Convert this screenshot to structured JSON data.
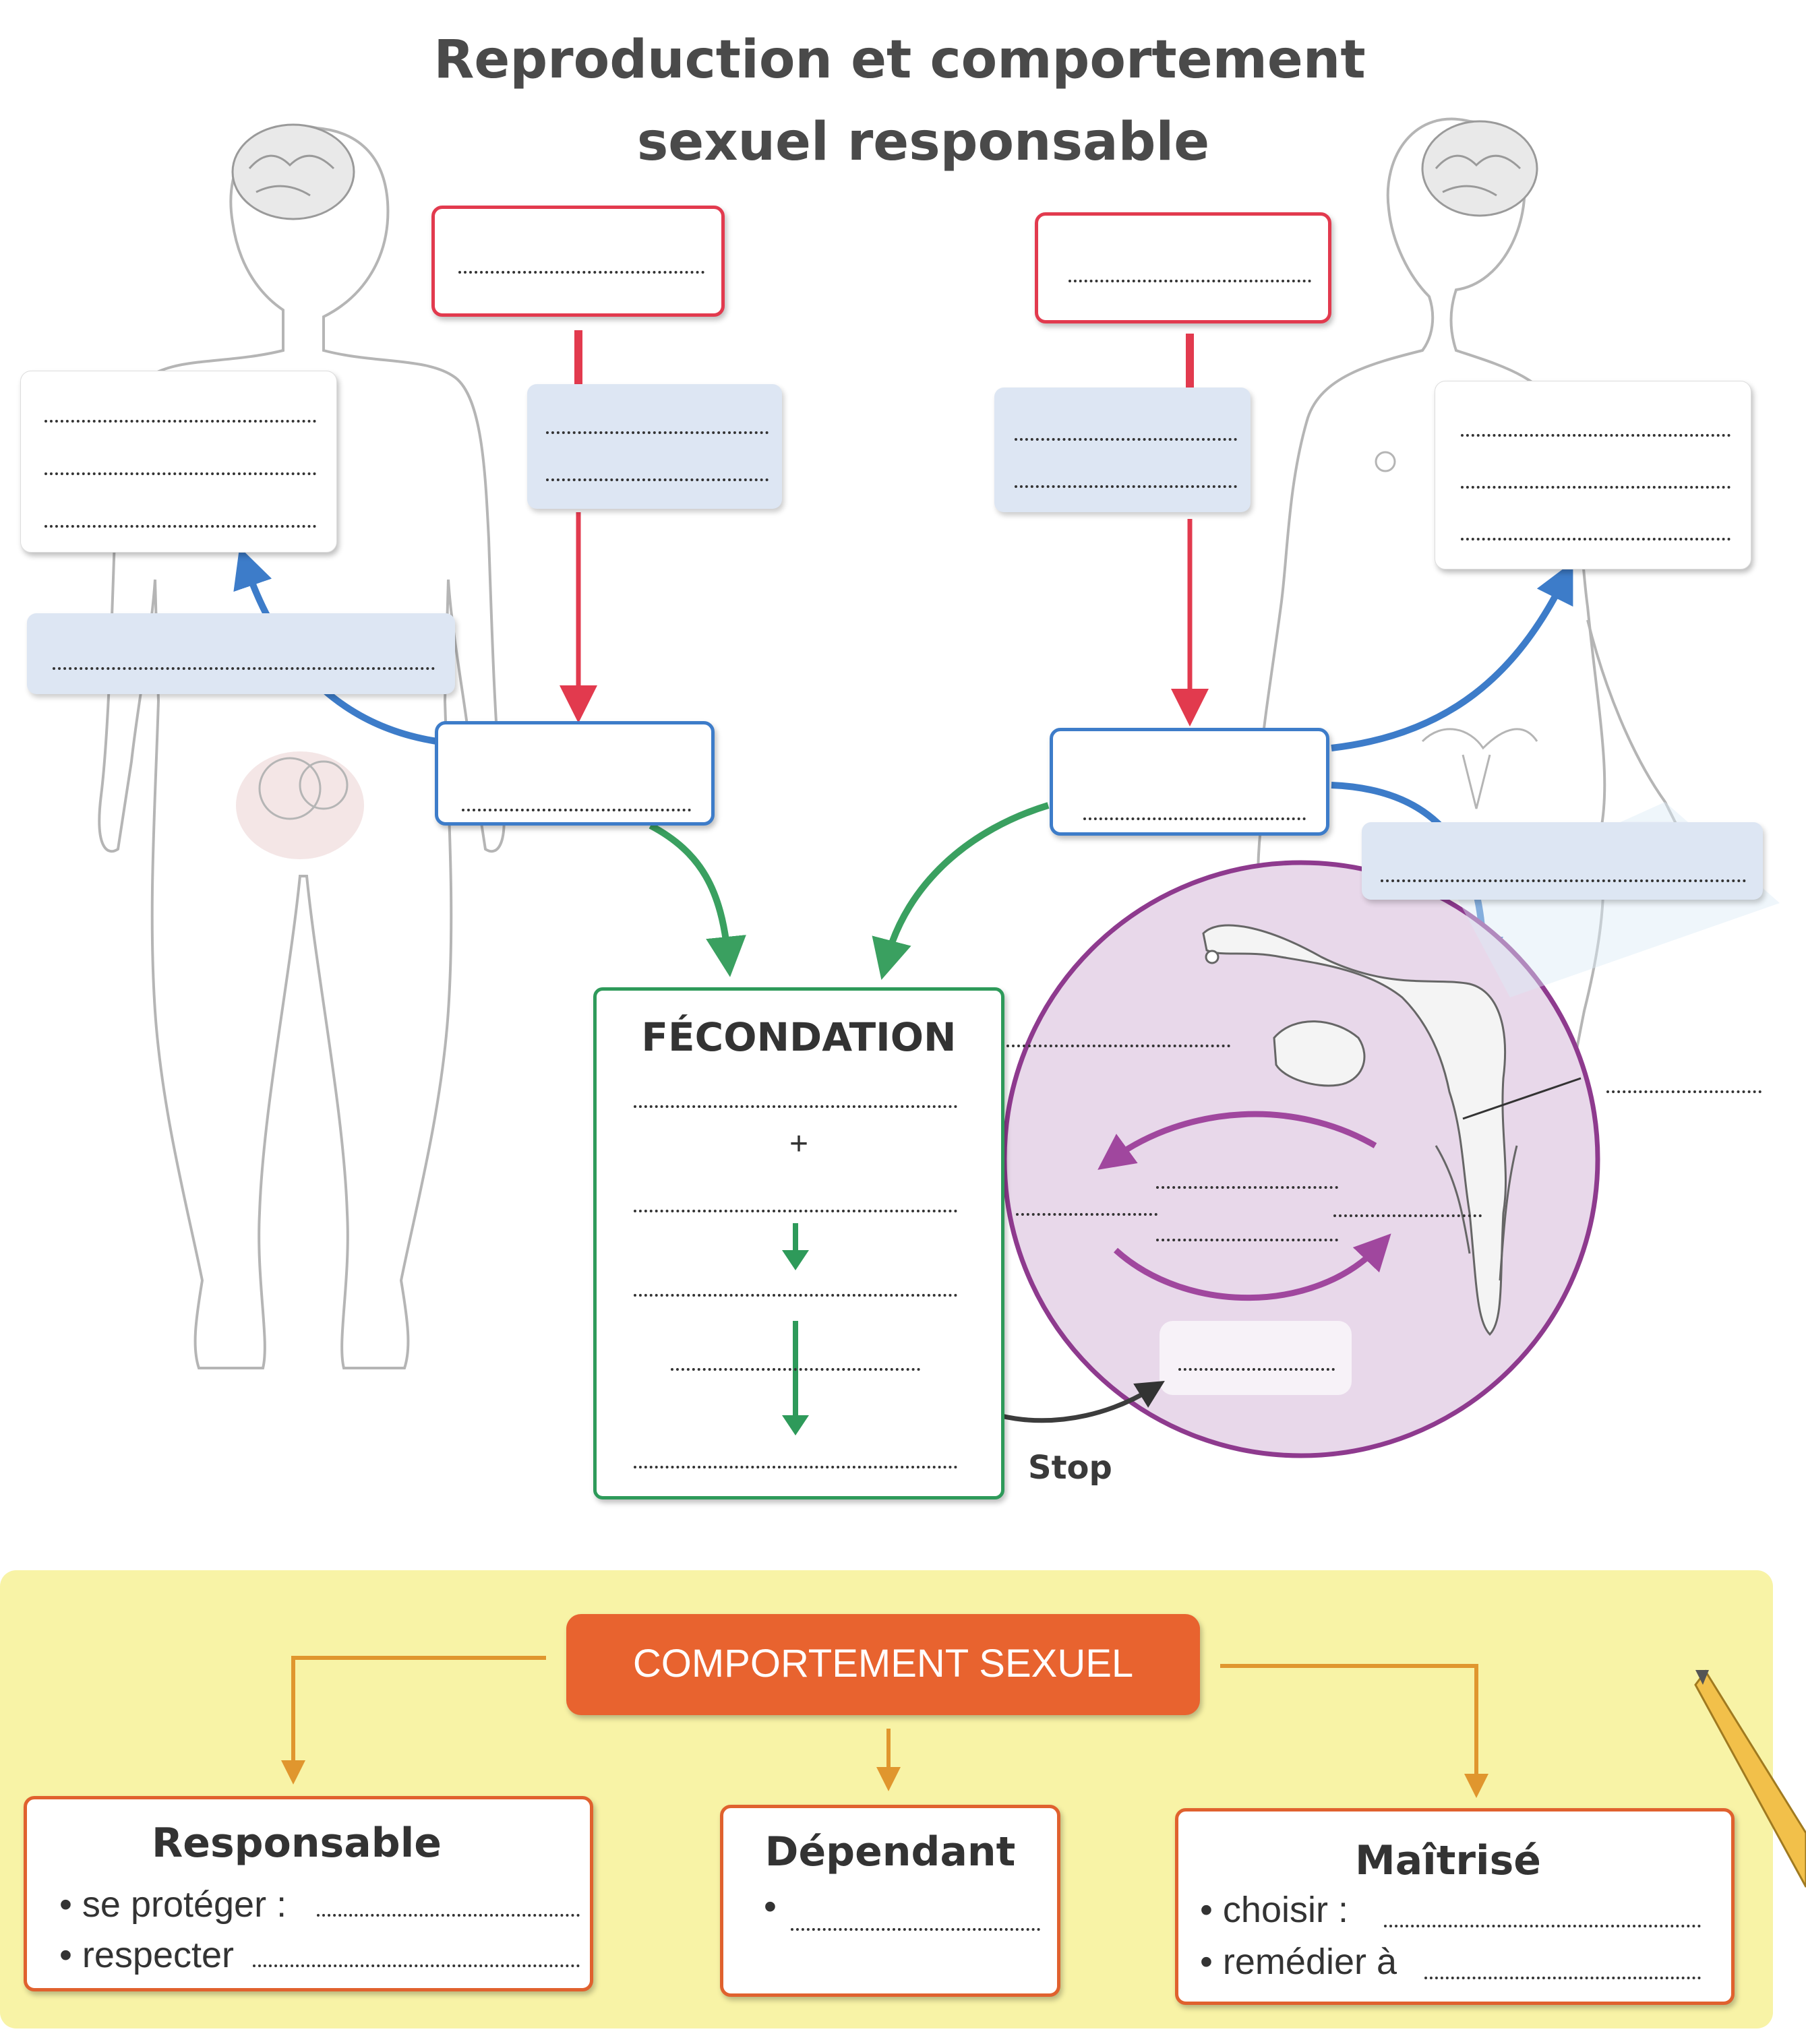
{
  "title": {
    "line1": "Reproduction et comportement",
    "line2": "sexuel responsable"
  },
  "fecondation": {
    "title": "FÉCONDATION",
    "plus": "+"
  },
  "stop_label": "Stop",
  "comportement": {
    "header": "COMPORTEMENT SEXUEL",
    "responsable": {
      "title": "Responsable",
      "item1": "• se protéger :",
      "item2": "• respecter"
    },
    "dependant": {
      "title": "Dépendant",
      "item1": "•"
    },
    "maitrise": {
      "title": "Maîtrisé",
      "item1": "• choisir :",
      "item2": "• remédier à"
    }
  },
  "colors": {
    "red": "#e23a4e",
    "blue": "#3d7cc9",
    "purple": "#8e3a8e",
    "green": "#2e9a5a",
    "orange": "#e0612e",
    "yellow_bg": "#f8f3a6"
  },
  "icons": [
    "male-silhouette",
    "female-silhouette",
    "brain-icon",
    "uterus-diagram",
    "pencil-icon"
  ]
}
